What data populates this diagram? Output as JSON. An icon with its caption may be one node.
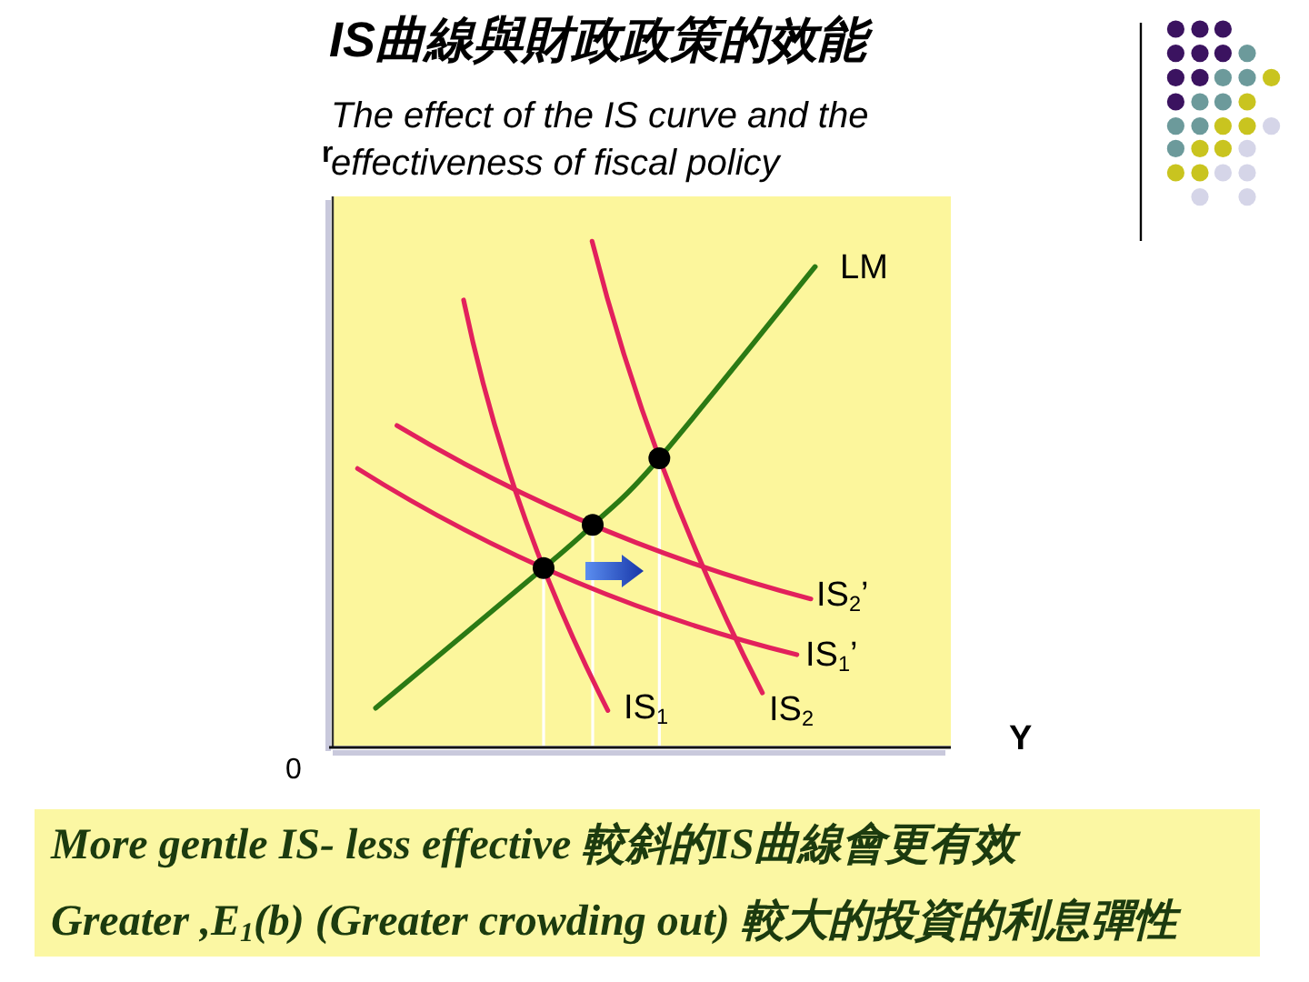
{
  "diagram": {
    "title": "IS曲線與財政政策的效能",
    "nodes": [
      {
        "text": [
          "More gentle IS- less effective 較斜的IS曲線會更有效",
          "Greater ,E$_{1}$(b) (Greater crowding out) 較大的投資的利息彈性"
        ]
      }
    ],
    "labels": [
      "The effect of the IS curve and the effectiveness of fiscal policy",
      "r",
      "LM",
      "IS$_{2}$’",
      "IS$_{1}$’",
      "IS$_{1}$",
      "IS$_{2}$",
      "0",
      "Y"
    ]
  }
}
